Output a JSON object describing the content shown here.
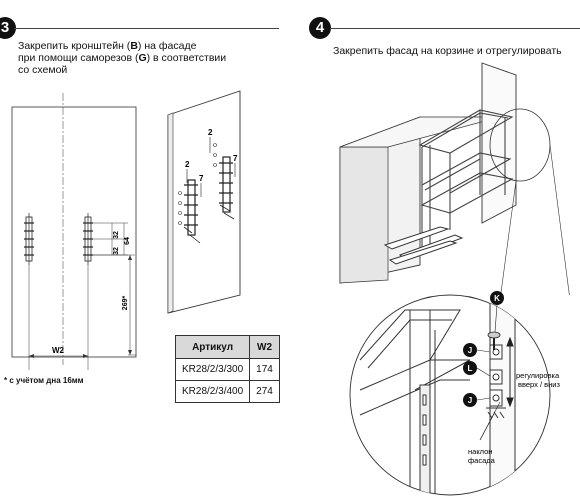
{
  "step3": {
    "number": "3",
    "instruction_line1_pre": "Закрепить кронштейн (",
    "instruction_line1_b1": "B",
    "instruction_line1_post": ") на фасаде",
    "instruction_line2_pre": "при помощи саморезов (",
    "instruction_line2_b2": "G",
    "instruction_line2_post": ") в соответствии",
    "instruction_line3": "со схемой",
    "dim_32a": "32",
    "dim_32b": "32",
    "dim_64": "64",
    "dim_269": "269*",
    "dim_w2": "W2",
    "label_2": "2",
    "label_7": "7",
    "label_2b": "2",
    "label_7b": "7",
    "footnote": "* с  учётом  дна  16мм"
  },
  "table": {
    "headers": [
      "Артикул",
      "W2"
    ],
    "rows": [
      {
        "code": "KR28/2/3/300",
        "w2": "174"
      },
      {
        "code": "KR28/2/3/400",
        "w2": "274"
      }
    ]
  },
  "step4": {
    "number": "4",
    "instruction": "Закрепить фасад на корзине и отрегулировать",
    "callout_k": "K",
    "callout_j1": "J",
    "callout_l": "L",
    "callout_j2": "J",
    "label_adjust_1": "регулировка",
    "label_adjust_2": "вверх / вниз",
    "label_tilt_1": "наклон",
    "label_tilt_2": "фасада"
  }
}
